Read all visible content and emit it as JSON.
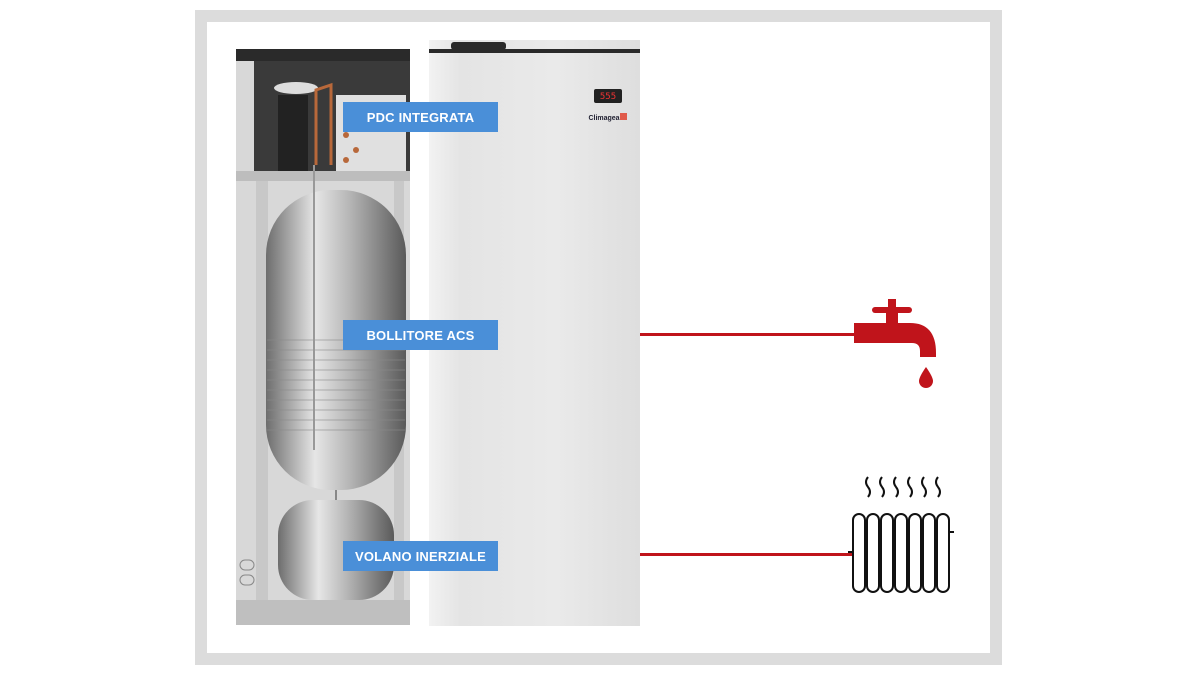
{
  "labels": {
    "heat_pump": "PDC INTEGRATA",
    "dhw_tank": "BOLLITORE ACS",
    "buffer_tank": "VOLANO INERZIALE"
  },
  "unit": {
    "display_value": "555",
    "brand": "Climagea"
  },
  "colors": {
    "label_bg": "#4a8fd8",
    "connector": "#c0141b"
  }
}
